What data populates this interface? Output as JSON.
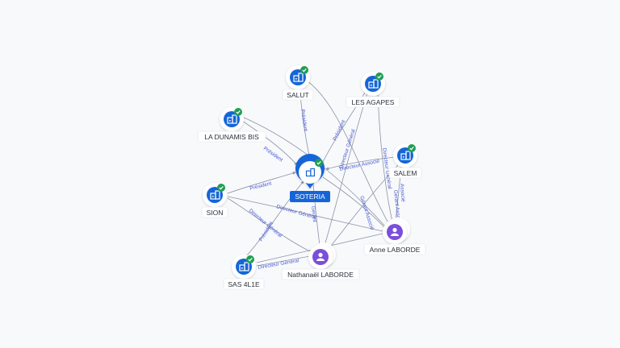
{
  "graph": {
    "center": {
      "label": "SOTERIA",
      "icon": "company-icon",
      "verified": true
    },
    "companies": [
      {
        "id": "salut",
        "label": "SALUT",
        "icon": "company-icon",
        "verified": true
      },
      {
        "id": "les-agapes",
        "label": "LES AGAPES",
        "icon": "company-icon",
        "verified": true
      },
      {
        "id": "la-dunamis-bis",
        "label": "LA DUNAMIS BIS",
        "icon": "company-icon",
        "verified": true
      },
      {
        "id": "salem",
        "label": "SALEM",
        "icon": "company-icon",
        "verified": true
      },
      {
        "id": "sion",
        "label": "SION",
        "icon": "company-icon",
        "verified": true
      },
      {
        "id": "sas-4l1e",
        "label": "SAS 4L1E",
        "icon": "company-icon",
        "verified": true
      }
    ],
    "persons": [
      {
        "id": "anne",
        "label": "Anne LABORDE",
        "icon": "person-icon"
      },
      {
        "id": "nathanael",
        "label": "Nathanaël LABORDE",
        "icon": "person-icon"
      }
    ],
    "edge_labels": {
      "president": "Président",
      "directeur_general": "Directeur Général",
      "gerant": "Gérant",
      "associe": "Associé",
      "directeur_associe": "Directeur Associé",
      "gerant_associe": "Gérant Associé"
    }
  },
  "colors": {
    "company": "#1565d8",
    "person": "#7b4fd9",
    "verified": "#1f9d55",
    "edge": "#8b93a6",
    "edge_label": "#4b5bd6"
  }
}
